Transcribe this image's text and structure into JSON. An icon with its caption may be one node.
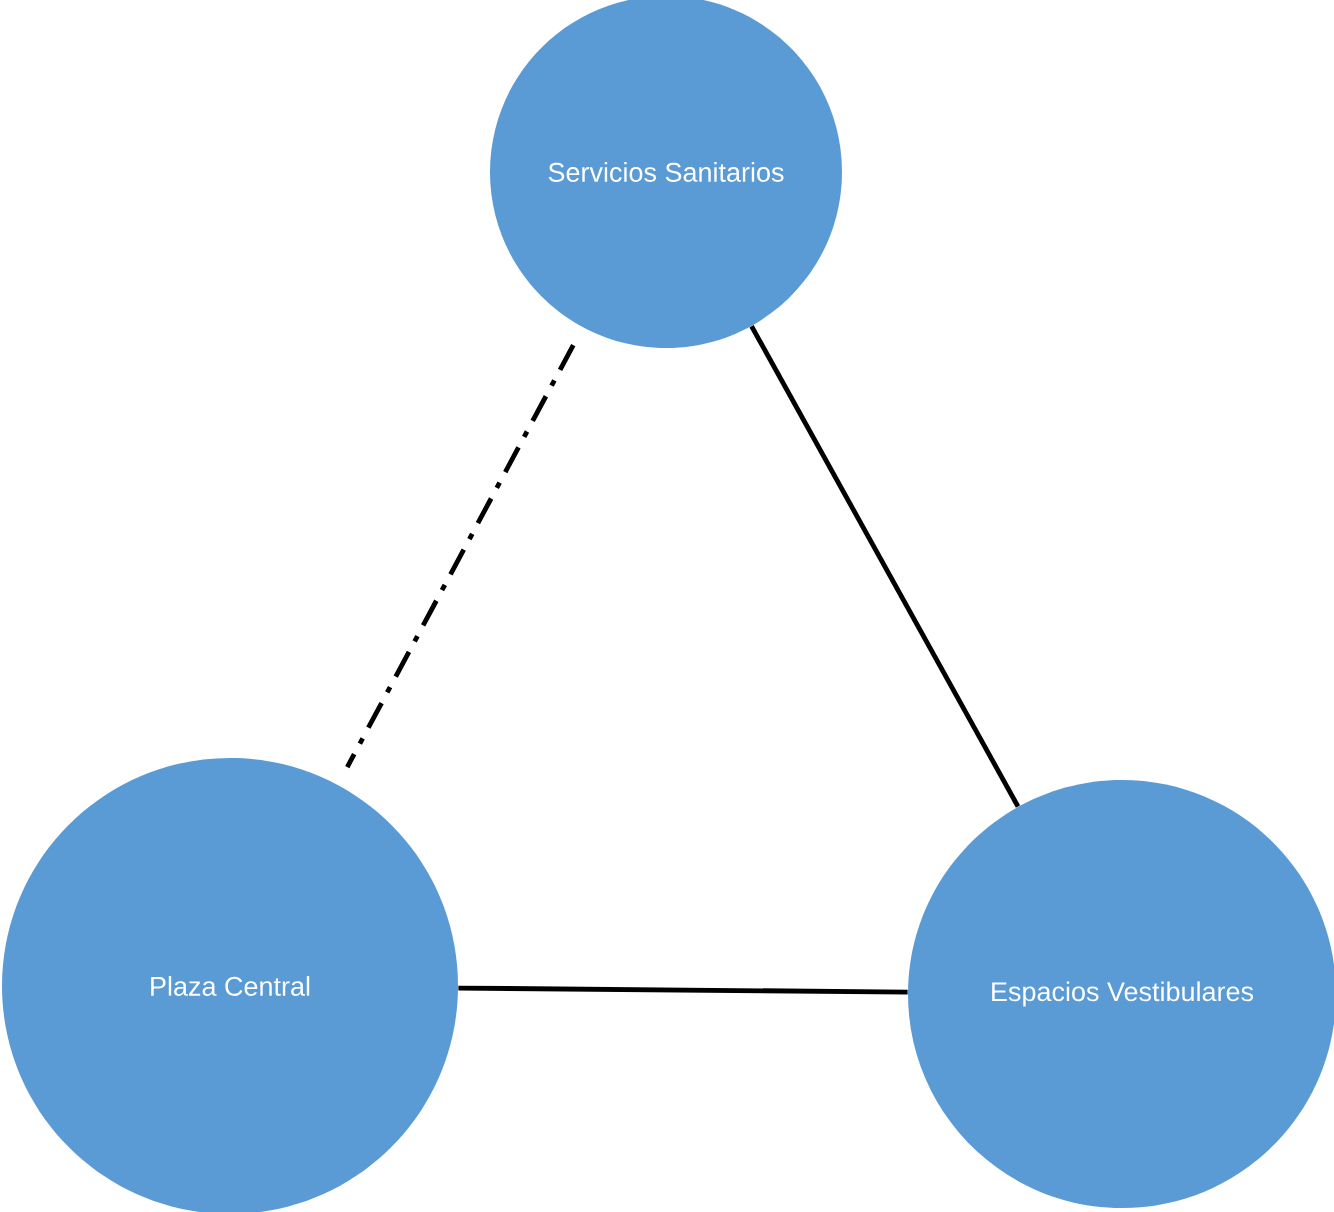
{
  "diagram": {
    "nodes": [
      {
        "text": [
          "Servicios Sanitarios"
        ]
      },
      {
        "text": [
          "Plaza Central"
        ]
      },
      {
        "text": [
          "Espacios Vestibulares"
        ]
      }
    ],
    "edges": [
      {
        "from": 0,
        "to": 1,
        "arrow": "none",
        "style": "dashed"
      },
      {
        "from": 0,
        "to": 2,
        "arrow": "none"
      },
      {
        "from": 1,
        "to": 2,
        "arrow": "none"
      }
    ]
  }
}
